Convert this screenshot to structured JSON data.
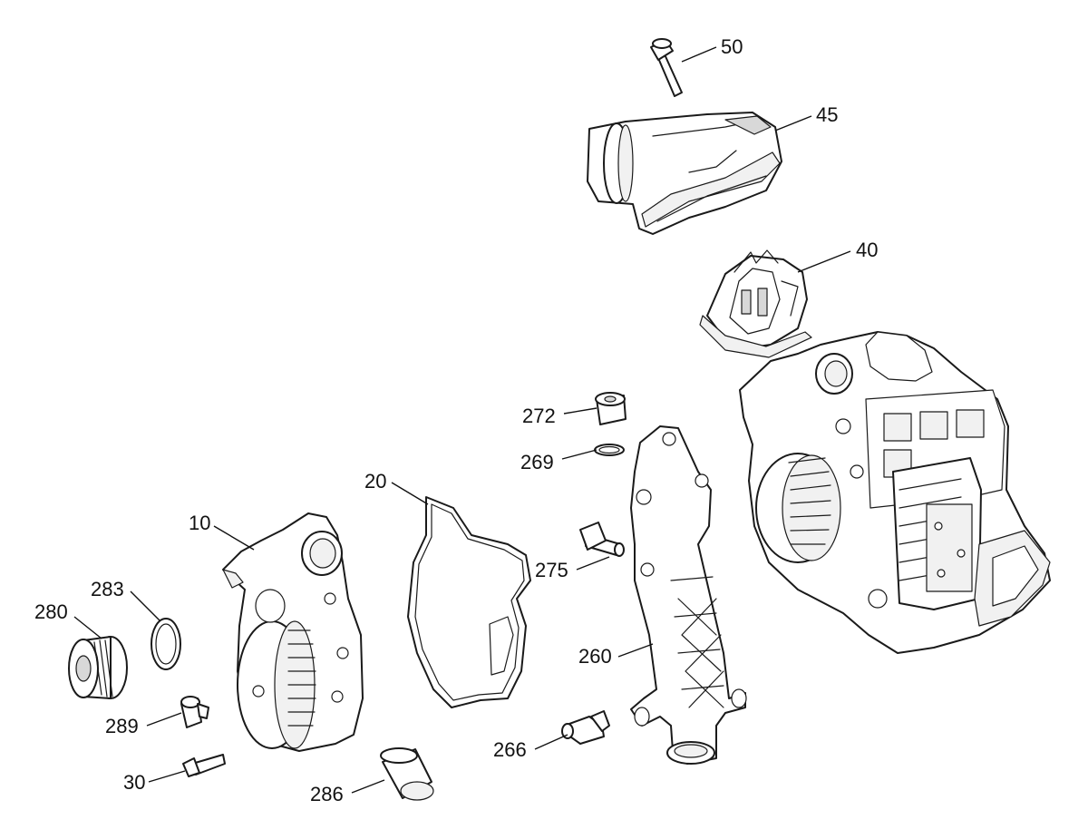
{
  "callouts": [
    {
      "id": "c50",
      "label": "50"
    },
    {
      "id": "c45",
      "label": "45"
    },
    {
      "id": "c40",
      "label": "40"
    },
    {
      "id": "c272",
      "label": "272"
    },
    {
      "id": "c269",
      "label": "269"
    },
    {
      "id": "c20",
      "label": "20"
    },
    {
      "id": "c10",
      "label": "10"
    },
    {
      "id": "c275",
      "label": "275"
    },
    {
      "id": "c283",
      "label": "283"
    },
    {
      "id": "c280",
      "label": "280"
    },
    {
      "id": "c260",
      "label": "260"
    },
    {
      "id": "c289",
      "label": "289"
    },
    {
      "id": "c266",
      "label": "266"
    },
    {
      "id": "c30",
      "label": "30"
    },
    {
      "id": "c286",
      "label": "286"
    }
  ]
}
